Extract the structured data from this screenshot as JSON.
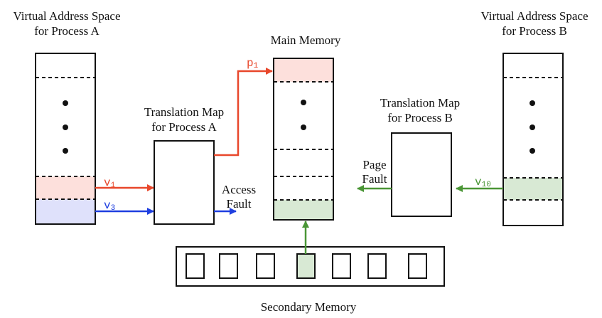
{
  "labels": {
    "vas_a_line1": "Virtual Address Space",
    "vas_a_line2": "for Process A",
    "vas_b_line1": "Virtual Address Space",
    "vas_b_line2": "for Process B",
    "main_memory": "Main Memory",
    "tm_a_line1": "Translation Map",
    "tm_a_line2": "for Process A",
    "tm_b_line1": "Translation Map",
    "tm_b_line2": "for Process B",
    "access_fault_line1": "Access",
    "access_fault_line2": "Fault",
    "page_fault_line1": "Page",
    "page_fault_line2": "Fault",
    "secondary_memory": "Secondary Memory",
    "v1": "v",
    "v1_sub": "1",
    "v3": "v",
    "v3_sub": "3",
    "v10": "v",
    "v10_sub": "10",
    "p1": "p",
    "p1_sub": "1"
  },
  "colors": {
    "red": "#e8472b",
    "red_fill": "#fde0dc",
    "blue": "#1f3fe0",
    "blue_fill": "#dfe1fb",
    "green": "#4a9636",
    "green_fill": "#d8e9d4"
  },
  "secondary_memory_slots": 7,
  "highlighted_slot": 4
}
